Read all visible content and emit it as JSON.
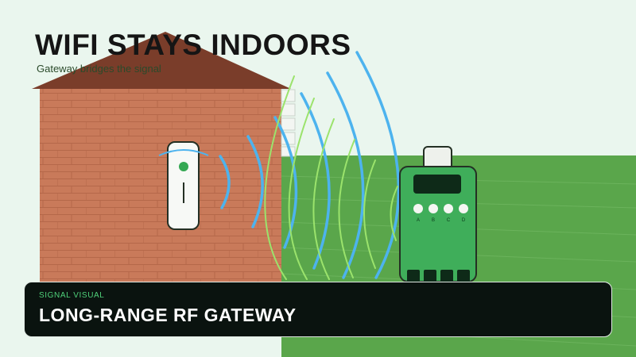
{
  "header": {
    "title": "WIFI STAYS INDOORS",
    "subtitle": "Gateway bridges the signal"
  },
  "banner": {
    "kicker": "SIGNAL VISUAL",
    "title": "LONG-RANGE RF GATEWAY"
  },
  "gateway": {
    "ports": [
      "A",
      "B",
      "C",
      "D"
    ]
  },
  "colors": {
    "background": "#eaf6ee",
    "brick": "#c97a5a",
    "roof": "#7a3d2a",
    "lawn": "#5aa64b",
    "wifi_waves": "#4db3ee",
    "rf_waves": "#9be36c",
    "gateway_board": "#3fae5a",
    "banner_bg": "#0a130f",
    "banner_accent": "#4fd17a"
  }
}
